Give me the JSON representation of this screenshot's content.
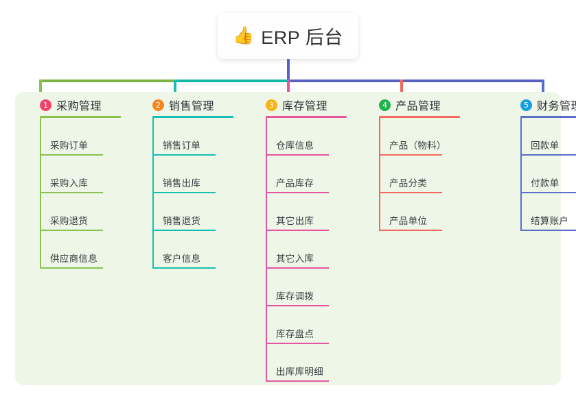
{
  "diagram": {
    "type": "mind-map",
    "root": {
      "emoji": "👍",
      "icon_name": "thumbs-up-icon",
      "label": "ERP 后台"
    },
    "panel_color": "#edf6e7",
    "stem_color": "#5862c4",
    "bus_segments": [
      {
        "color": "#7cb342"
      },
      {
        "color": "#14b8a6"
      },
      {
        "color": "#5862c4"
      }
    ],
    "branches": [
      {
        "index": "1",
        "title": "采购管理",
        "badge_color": "#f2436b",
        "line_color": "#8cc152",
        "items": [
          "采购订单",
          "采购入库",
          "采购退货",
          "供应商信息"
        ]
      },
      {
        "index": "2",
        "title": "销售管理",
        "badge_color": "#f5851f",
        "line_color": "#17bfb0",
        "items": [
          "销售订单",
          "销售出库",
          "销售退货",
          "客户信息"
        ]
      },
      {
        "index": "3",
        "title": "库存管理",
        "badge_color": "#fbb215",
        "line_color": "#e5569e",
        "items": [
          "仓库信息",
          "产品库存",
          "其它出库",
          "其它入库",
          "库存调拨",
          "库存盘点",
          "出库库明细"
        ]
      },
      {
        "index": "4",
        "title": "产品管理",
        "badge_color": "#22b24c",
        "line_color": "#f4695f",
        "items": [
          "产品（物料）",
          "产品分类",
          "产品单位"
        ]
      },
      {
        "index": "5",
        "title": "财务管理",
        "badge_color": "#17a0e0",
        "line_color": "#5a6fc9",
        "items": [
          "回款单",
          "付款单",
          "结算账户"
        ]
      }
    ]
  }
}
